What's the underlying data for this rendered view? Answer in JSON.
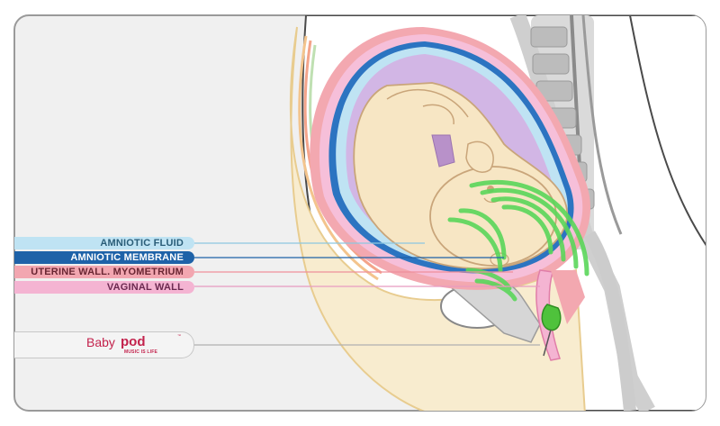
{
  "labels": {
    "amniotic_fluid": "AMNIOTIC FLUID",
    "amniotic_membrane": "AMNIOTIC MEMBRANE",
    "uterine_wall": "UTERINE WALL. MYOMETRIUM",
    "vaginal_wall": "VAGINAL WALL"
  },
  "brand": {
    "name_light": "Baby",
    "name_bold": "pod",
    "tagline": "MUSIC IS LIFE",
    "trademark": "™"
  },
  "colors": {
    "amniotic_fluid": "#bfe3f3",
    "amniotic_membrane": "#1e62a8",
    "uterine_wall": "#f2a6b0",
    "vaginal_wall": "#f4b4d2",
    "skin": "#f7e6c4",
    "sound_waves": "#5ad65a",
    "brand": "#c3224c"
  },
  "icons": [
    "heart-icon",
    "speaker-device-icon"
  ]
}
